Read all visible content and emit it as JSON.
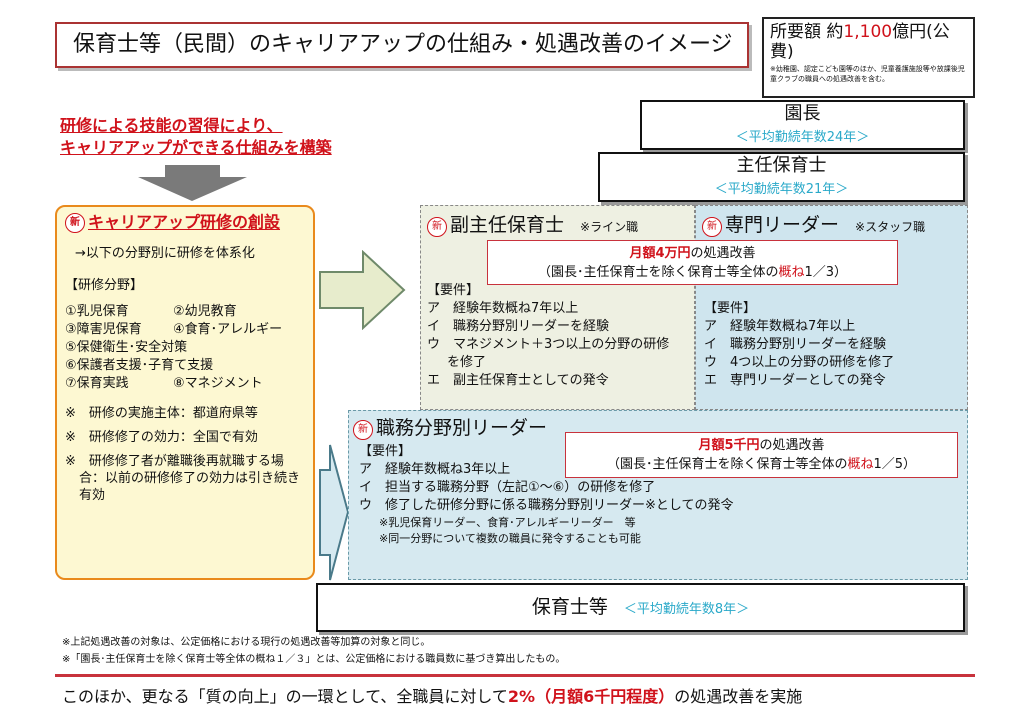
{
  "title": "保育士等（民間）のキャリアアップの仕組み・処遇改善のイメージ",
  "cost": {
    "prefix": "所要額 約",
    "amount": "1,100",
    "suffix": "億円(公費)",
    "note": "※幼稚園、認定こども園等のほか、児童養護施設等や放課後児童クラブの職員への処遇改善を含む。"
  },
  "lead": [
    "研修による技能の習得により、",
    "キャリアアップができる仕組みを構築"
  ],
  "badge": "新",
  "training": {
    "title": "キャリアアップ研修の創設",
    "systematize": "→以下の分野別に研修を体系化",
    "fields_label": "【研修分野】",
    "fields": [
      "①乳児保育",
      "②幼児教育",
      "③障害児保育",
      "④食育･アレルギー",
      "⑤保健衛生･安全対策",
      "⑥保護者支援･子育て支援",
      "⑦保育実践",
      "⑧マネジメント"
    ],
    "notes": [
      "※　研修の実施主体：都道府県等",
      "※　研修修了の効力：全国で有効",
      "※　研修修了者が離職後再就職する場合：以前の研修修了の効力は引き続き有効"
    ]
  },
  "ranks": {
    "director": {
      "name": "園長",
      "years": "＜平均勤続年数24年＞"
    },
    "chief": {
      "name": "主任保育士",
      "years": "＜平均勤続年数21年＞"
    },
    "staff": {
      "name": "保育士等",
      "years": "＜平均勤続年数8年＞"
    }
  },
  "vice": {
    "title": "副主任保育士",
    "type": "※ライン職",
    "req_label": "【要件】",
    "reqs": [
      "ア　経験年数概ね7年以上",
      "イ　職務分野別リーダーを経験",
      "ウ　マネジメント＋3つ以上の分野の研修を修了",
      "エ　副主任保育士としての発令"
    ]
  },
  "specialist": {
    "title": "専門リーダー",
    "type": "※スタッフ職",
    "req_label": "【要件】",
    "reqs": [
      "ア　経験年数概ね7年以上",
      "イ　職務分野別リーダーを経験",
      "ウ　4つ以上の分野の研修を修了",
      "エ　専門リーダーとしての発令"
    ]
  },
  "pay1": {
    "amount": "月額4万円",
    "text": "の処遇改善",
    "scope_pre": "（園長･主任保育士を除く保育士等全体の",
    "scope_ratio": "概ね",
    "scope_frac": "1／3）"
  },
  "field_leader": {
    "title": "職務分野別リーダー",
    "req_label": "【要件】",
    "reqs": [
      "ア　経験年数概ね3年以上",
      "イ　担当する職務分野（左記①～⑥）の研修を修了",
      "ウ　修了した研修分野に係る職務分野別リーダー※としての発令"
    ],
    "notes": [
      "※乳児保育リーダー、食育･アレルギーリーダー　等",
      "※同一分野について複数の職員に発令することも可能"
    ]
  },
  "pay2": {
    "amount": "月額5千円",
    "text": "の処遇改善",
    "scope_pre": "（園長･主任保育士を除く保育士等全体の",
    "scope_ratio": "概ね",
    "scope_frac": "1／5）"
  },
  "footnotes": [
    "※上記処遇改善の対象は、公定価格における現行の処遇改善等加算の対象と同じ。",
    "※「園長･主任保育士を除く保育士等全体の概ね１／３」とは、公定価格における職員数に基づき算出したもの。"
  ],
  "bottom": {
    "pre": "このほか、更なる「質の向上」の一環として、全職員に対して",
    "highlight": "2%（月額6千円程度）",
    "post": "の処遇改善を実施"
  }
}
